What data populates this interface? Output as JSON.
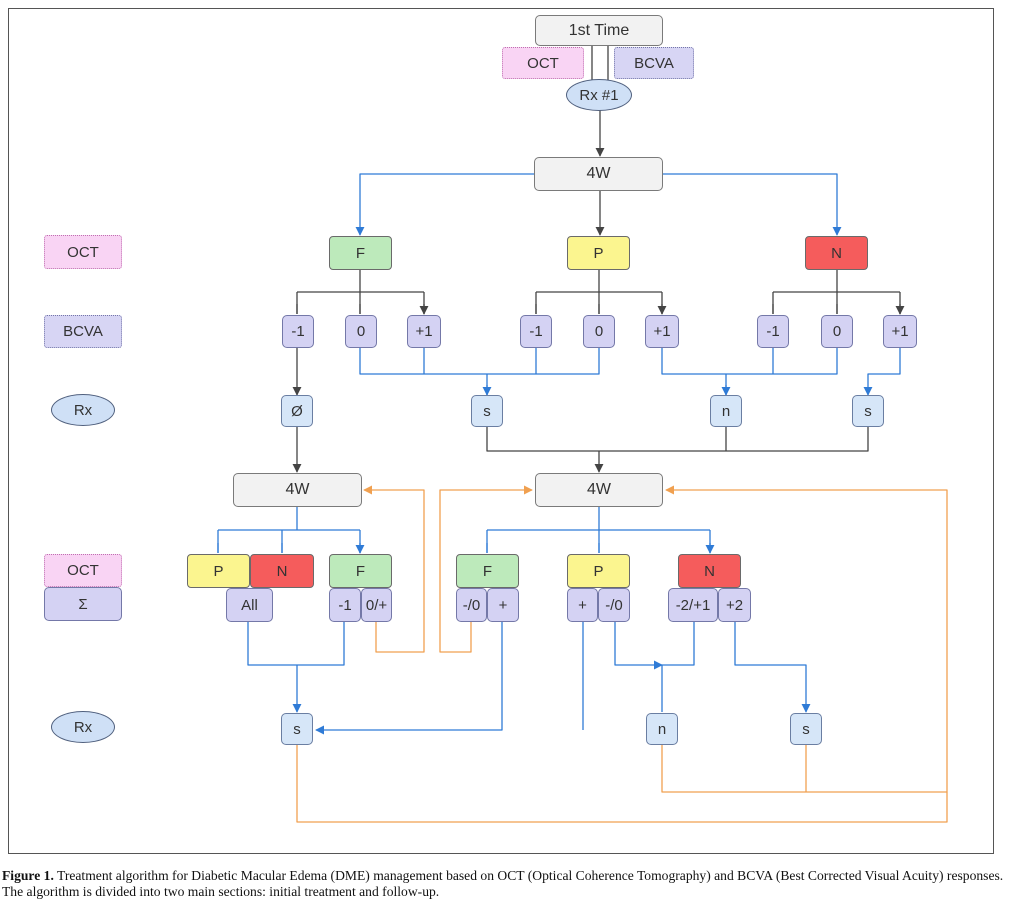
{
  "nodes": {
    "first_time": "1st Time",
    "oct_top": "OCT",
    "bcva_top": "BCVA",
    "rx1": "Rx #1",
    "w4_top": "4W",
    "f1": "F",
    "p1": "P",
    "n1": "N",
    "bcva_vals": [
      "-1",
      "0",
      "+1",
      "-1",
      "0",
      "+1",
      "-1",
      "0",
      "+1"
    ],
    "rx_null": "Ø",
    "rx_s1": "s",
    "rx_n1": "n",
    "rx_s2": "s",
    "w4_left": "4W",
    "w4_right": "4W",
    "l_p": "P",
    "l_n": "N",
    "l_all": "All",
    "l_f": "F",
    "l_m1": "-1",
    "l_0p": "0/+",
    "r_f": "F",
    "r_m0": "-/0",
    "r_plus": "+",
    "r_p": "P",
    "r_p_plus": "+",
    "r_p_m0": "-/0",
    "r_n": "N",
    "r_n_m21": "-2/+1",
    "r_n_p2": "+2",
    "bot_s": "s",
    "bot_n": "n",
    "bot_s2": "s"
  },
  "legend": {
    "oct": "OCT",
    "bcva": "BCVA",
    "rx": "Rx",
    "oct2": "OCT",
    "sigma": "Σ",
    "rx2": "Rx"
  },
  "caption": {
    "label": "Figure 1.",
    "text": " Treatment algorithm for Diabetic Macular Edema (DME) management based on OCT (Optical Coherence Tomography) and BCVA (Best Corrected Visual Acuity) responses. The algorithm is divided into two main sections: initial treatment and follow-up."
  },
  "colors": {
    "dark_arrow": "#444444",
    "blue_arrow": "#2f7bd6",
    "orange_arrow": "#f0a050",
    "f_green": "#bdeabb",
    "p_yellow": "#fbf58f",
    "n_red": "#f55c5c"
  }
}
